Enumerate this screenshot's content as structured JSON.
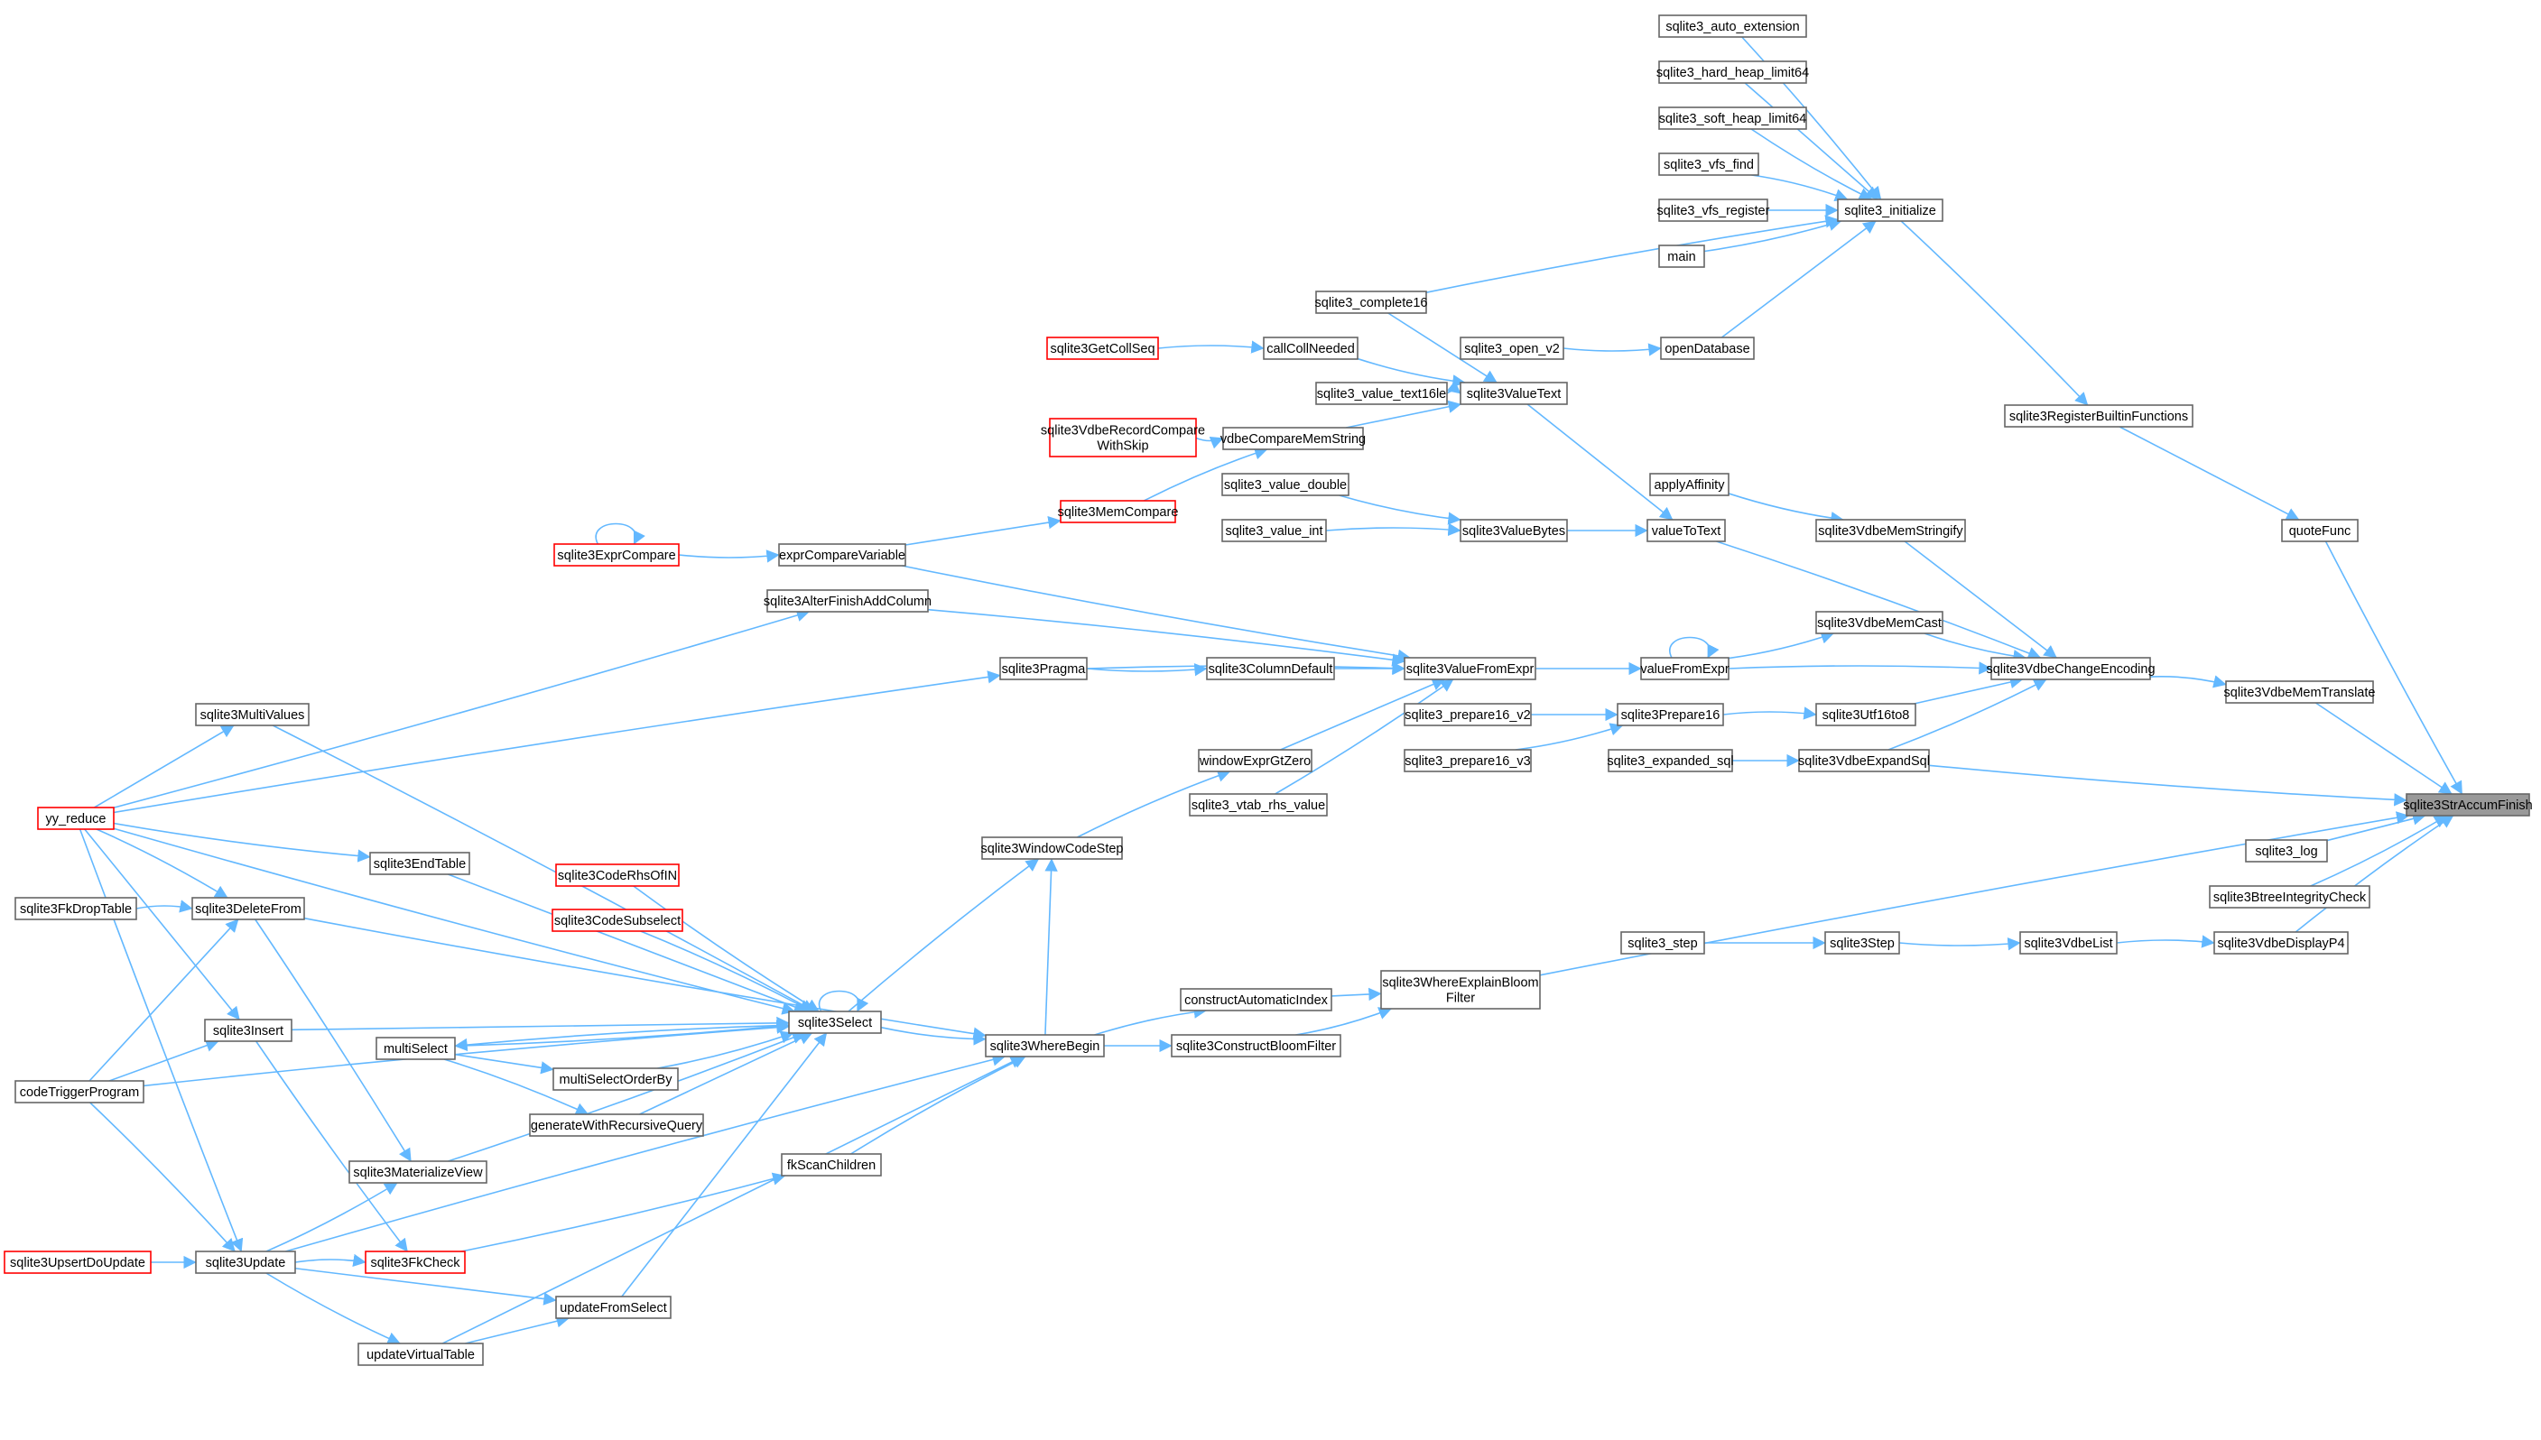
{
  "graph": {
    "colors": {
      "edge": "#63b8ff",
      "node_border": "#666666",
      "node_border_alt": "#ff0000",
      "root_fill": "#999999",
      "background": "#ffffff"
    },
    "root": "sqlite3StrAccumFinish",
    "nodes": [
      {
        "id": "sqlite3StrAccumFinish",
        "label": "sqlite3StrAccumFinish",
        "style": "root"
      },
      {
        "id": "sqlite3_auto_extension",
        "label": "sqlite3_auto_extension"
      },
      {
        "id": "sqlite3_hard_heap_limit64",
        "label": "sqlite3_hard_heap_limit64"
      },
      {
        "id": "sqlite3_soft_heap_limit64",
        "label": "sqlite3_soft_heap_limit64"
      },
      {
        "id": "sqlite3_vfs_find",
        "label": "sqlite3_vfs_find"
      },
      {
        "id": "sqlite3_vfs_register",
        "label": "sqlite3_vfs_register"
      },
      {
        "id": "main",
        "label": "main"
      },
      {
        "id": "sqlite3_initialize",
        "label": "sqlite3_initialize"
      },
      {
        "id": "sqlite3_complete16",
        "label": "sqlite3_complete16"
      },
      {
        "id": "sqlite3_open_v2",
        "label": "sqlite3_open_v2"
      },
      {
        "id": "openDatabase",
        "label": "openDatabase"
      },
      {
        "id": "sqlite3GetCollSeq",
        "label": "sqlite3GetCollSeq",
        "style": "red"
      },
      {
        "id": "callCollNeeded",
        "label": "callCollNeeded"
      },
      {
        "id": "sqlite3_value_text16le",
        "label": "sqlite3_value_text16le"
      },
      {
        "id": "sqlite3ValueText",
        "label": "sqlite3ValueText"
      },
      {
        "id": "sqlite3VdbeRecordCompareWithSkip",
        "label": "sqlite3VdbeRecordCompare WithSkip",
        "style": "red",
        "lines": [
          "sqlite3VdbeRecordCompare",
          "WithSkip"
        ]
      },
      {
        "id": "vdbeCompareMemString",
        "label": "vdbeCompareMemString"
      },
      {
        "id": "sqlite3RegisterBuiltinFunctions",
        "label": "sqlite3RegisterBuiltinFunctions"
      },
      {
        "id": "sqlite3MemCompare",
        "label": "sqlite3MemCompare",
        "style": "red"
      },
      {
        "id": "applyAffinity",
        "label": "applyAffinity"
      },
      {
        "id": "sqlite3_value_double",
        "label": "sqlite3_value_double"
      },
      {
        "id": "sqlite3_value_int",
        "label": "sqlite3_value_int"
      },
      {
        "id": "sqlite3ValueBytes",
        "label": "sqlite3ValueBytes"
      },
      {
        "id": "valueToText",
        "label": "valueToText"
      },
      {
        "id": "sqlite3VdbeMemStringify",
        "label": "sqlite3VdbeMemStringify"
      },
      {
        "id": "quoteFunc",
        "label": "quoteFunc"
      },
      {
        "id": "sqlite3ExprCompare",
        "label": "sqlite3ExprCompare",
        "style": "red"
      },
      {
        "id": "exprCompareVariable",
        "label": "exprCompareVariable"
      },
      {
        "id": "sqlite3AlterFinishAddColumn",
        "label": "sqlite3AlterFinishAddColumn"
      },
      {
        "id": "sqlite3VdbeMemCast",
        "label": "sqlite3VdbeMemCast"
      },
      {
        "id": "sqlite3Pragma",
        "label": "sqlite3Pragma"
      },
      {
        "id": "sqlite3ColumnDefault",
        "label": "sqlite3ColumnDefault"
      },
      {
        "id": "sqlite3ValueFromExpr",
        "label": "sqlite3ValueFromExpr"
      },
      {
        "id": "valueFromExpr",
        "label": "valueFromExpr"
      },
      {
        "id": "sqlite3VdbeChangeEncoding",
        "label": "sqlite3VdbeChangeEncoding"
      },
      {
        "id": "sqlite3VdbeMemTranslate",
        "label": "sqlite3VdbeMemTranslate"
      },
      {
        "id": "sqlite3MultiValues",
        "label": "sqlite3MultiValues"
      },
      {
        "id": "sqlite3_prepare16_v2",
        "label": "sqlite3_prepare16_v2"
      },
      {
        "id": "sqlite3Prepare16",
        "label": "sqlite3Prepare16"
      },
      {
        "id": "sqlite3Utf16to8",
        "label": "sqlite3Utf16to8"
      },
      {
        "id": "windowExprGtZero",
        "label": "windowExprGtZero"
      },
      {
        "id": "sqlite3_prepare16_v3",
        "label": "sqlite3_prepare16_v3"
      },
      {
        "id": "sqlite3_expanded_sql",
        "label": "sqlite3_expanded_sql"
      },
      {
        "id": "sqlite3VdbeExpandSql",
        "label": "sqlite3VdbeExpandSql"
      },
      {
        "id": "sqlite3_vtab_rhs_value",
        "label": "sqlite3_vtab_rhs_value"
      },
      {
        "id": "yy_reduce",
        "label": "yy_reduce",
        "style": "red"
      },
      {
        "id": "sqlite3WindowCodeStep",
        "label": "sqlite3WindowCodeStep"
      },
      {
        "id": "sqlite3_log",
        "label": "sqlite3_log"
      },
      {
        "id": "sqlite3EndTable",
        "label": "sqlite3EndTable"
      },
      {
        "id": "sqlite3CodeRhsOfIN",
        "label": "sqlite3CodeRhsOfIN",
        "style": "red"
      },
      {
        "id": "sqlite3BtreeIntegrityCheck",
        "label": "sqlite3BtreeIntegrityCheck"
      },
      {
        "id": "sqlite3FkDropTable",
        "label": "sqlite3FkDropTable"
      },
      {
        "id": "sqlite3DeleteFrom",
        "label": "sqlite3DeleteFrom"
      },
      {
        "id": "sqlite3CodeSubselect",
        "label": "sqlite3CodeSubselect",
        "style": "red"
      },
      {
        "id": "sqlite3_step",
        "label": "sqlite3_step"
      },
      {
        "id": "sqlite3Step",
        "label": "sqlite3Step"
      },
      {
        "id": "sqlite3VdbeList",
        "label": "sqlite3VdbeList"
      },
      {
        "id": "sqlite3VdbeDisplayP4",
        "label": "sqlite3VdbeDisplayP4"
      },
      {
        "id": "sqlite3WhereExplainBloomFilter",
        "label": "sqlite3WhereExplainBloom Filter",
        "lines": [
          "sqlite3WhereExplainBloom",
          "Filter"
        ]
      },
      {
        "id": "constructAutomaticIndex",
        "label": "constructAutomaticIndex"
      },
      {
        "id": "sqlite3Select",
        "label": "sqlite3Select"
      },
      {
        "id": "sqlite3Insert",
        "label": "sqlite3Insert"
      },
      {
        "id": "multiSelect",
        "label": "multiSelect"
      },
      {
        "id": "sqlite3WhereBegin",
        "label": "sqlite3WhereBegin"
      },
      {
        "id": "sqlite3ConstructBloomFilter",
        "label": "sqlite3ConstructBloomFilter"
      },
      {
        "id": "multiSelectOrderBy",
        "label": "multiSelectOrderBy"
      },
      {
        "id": "codeTriggerProgram",
        "label": "codeTriggerProgram"
      },
      {
        "id": "generateWithRecursiveQuery",
        "label": "generateWithRecursiveQuery"
      },
      {
        "id": "fkScanChildren",
        "label": "fkScanChildren"
      },
      {
        "id": "sqlite3MaterializeView",
        "label": "sqlite3MaterializeView"
      },
      {
        "id": "sqlite3UpsertDoUpdate",
        "label": "sqlite3UpsertDoUpdate",
        "style": "red"
      },
      {
        "id": "sqlite3Update",
        "label": "sqlite3Update"
      },
      {
        "id": "sqlite3FkCheck",
        "label": "sqlite3FkCheck",
        "style": "red"
      },
      {
        "id": "updateFromSelect",
        "label": "updateFromSelect"
      },
      {
        "id": "updateVirtualTable",
        "label": "updateVirtualTable"
      }
    ],
    "edges": [
      [
        "sqlite3_auto_extension",
        "sqlite3_initialize"
      ],
      [
        "sqlite3_hard_heap_limit64",
        "sqlite3_initialize"
      ],
      [
        "sqlite3_soft_heap_limit64",
        "sqlite3_initialize"
      ],
      [
        "sqlite3_vfs_find",
        "sqlite3_initialize"
      ],
      [
        "sqlite3_vfs_register",
        "sqlite3_initialize"
      ],
      [
        "main",
        "sqlite3_initialize"
      ],
      [
        "sqlite3_complete16",
        "sqlite3_initialize"
      ],
      [
        "openDatabase",
        "sqlite3_initialize"
      ],
      [
        "sqlite3_open_v2",
        "openDatabase"
      ],
      [
        "sqlite3_initialize",
        "sqlite3RegisterBuiltinFunctions"
      ],
      [
        "sqlite3RegisterBuiltinFunctions",
        "quoteFunc"
      ],
      [
        "quoteFunc",
        "sqlite3StrAccumFinish"
      ],
      [
        "sqlite3GetCollSeq",
        "callCollNeeded"
      ],
      [
        "sqlite3_complete16",
        "sqlite3ValueText"
      ],
      [
        "callCollNeeded",
        "sqlite3ValueText"
      ],
      [
        "sqlite3_value_text16le",
        "sqlite3ValueText"
      ],
      [
        "vdbeCompareMemString",
        "sqlite3ValueText"
      ],
      [
        "sqlite3VdbeRecordCompareWithSkip",
        "vdbeCompareMemString"
      ],
      [
        "sqlite3MemCompare",
        "vdbeCompareMemString"
      ],
      [
        "exprCompareVariable",
        "sqlite3MemCompare"
      ],
      [
        "sqlite3ExprCompare",
        "exprCompareVariable"
      ],
      [
        "sqlite3ExprCompare",
        "sqlite3ExprCompare"
      ],
      [
        "sqlite3ValueText",
        "valueToText"
      ],
      [
        "sqlite3_value_double",
        "sqlite3ValueBytes"
      ],
      [
        "sqlite3_value_int",
        "sqlite3ValueBytes"
      ],
      [
        "sqlite3ValueBytes",
        "valueToText"
      ],
      [
        "applyAffinity",
        "sqlite3VdbeMemStringify"
      ],
      [
        "valueToText",
        "sqlite3VdbeChangeEncoding"
      ],
      [
        "sqlite3VdbeMemStringify",
        "sqlite3VdbeChangeEncoding"
      ],
      [
        "sqlite3VdbeMemCast",
        "sqlite3VdbeChangeEncoding"
      ],
      [
        "valueFromExpr",
        "sqlite3VdbeChangeEncoding"
      ],
      [
        "sqlite3Utf16to8",
        "sqlite3VdbeChangeEncoding"
      ],
      [
        "sqlite3VdbeExpandSql",
        "sqlite3VdbeChangeEncoding"
      ],
      [
        "sqlite3VdbeChangeEncoding",
        "sqlite3VdbeMemTranslate"
      ],
      [
        "sqlite3VdbeMemTranslate",
        "sqlite3StrAccumFinish"
      ],
      [
        "valueFromExpr",
        "sqlite3VdbeMemCast"
      ],
      [
        "valueFromExpr",
        "valueFromExpr"
      ],
      [
        "sqlite3ValueFromExpr",
        "valueFromExpr"
      ],
      [
        "exprCompareVariable",
        "sqlite3ValueFromExpr"
      ],
      [
        "sqlite3AlterFinishAddColumn",
        "sqlite3ValueFromExpr"
      ],
      [
        "sqlite3ColumnDefault",
        "sqlite3ValueFromExpr"
      ],
      [
        "sqlite3Pragma",
        "sqlite3ColumnDefault"
      ],
      [
        "sqlite3Pragma",
        "sqlite3ValueFromExpr"
      ],
      [
        "windowExprGtZero",
        "sqlite3ValueFromExpr"
      ],
      [
        "sqlite3_vtab_rhs_value",
        "sqlite3ValueFromExpr"
      ],
      [
        "sqlite3WindowCodeStep",
        "windowExprGtZero"
      ],
      [
        "sqlite3_prepare16_v2",
        "sqlite3Prepare16"
      ],
      [
        "sqlite3_prepare16_v3",
        "sqlite3Prepare16"
      ],
      [
        "sqlite3Prepare16",
        "sqlite3Utf16to8"
      ],
      [
        "sqlite3_expanded_sql",
        "sqlite3VdbeExpandSql"
      ],
      [
        "sqlite3VdbeExpandSql",
        "sqlite3StrAccumFinish"
      ],
      [
        "sqlite3WhereExplainBloomFilter",
        "sqlite3StrAccumFinish"
      ],
      [
        "sqlite3_log",
        "sqlite3StrAccumFinish"
      ],
      [
        "sqlite3BtreeIntegrityCheck",
        "sqlite3StrAccumFinish"
      ],
      [
        "sqlite3VdbeDisplayP4",
        "sqlite3StrAccumFinish"
      ],
      [
        "sqlite3_step",
        "sqlite3Step"
      ],
      [
        "sqlite3Step",
        "sqlite3VdbeList"
      ],
      [
        "sqlite3VdbeList",
        "sqlite3VdbeDisplayP4"
      ],
      [
        "constructAutomaticIndex",
        "sqlite3WhereExplainBloomFilter"
      ],
      [
        "sqlite3ConstructBloomFilter",
        "sqlite3WhereExplainBloomFilter"
      ],
      [
        "sqlite3WhereBegin",
        "constructAutomaticIndex"
      ],
      [
        "sqlite3WhereBegin",
        "sqlite3ConstructBloomFilter"
      ],
      [
        "sqlite3Select",
        "sqlite3WhereBegin"
      ],
      [
        "sqlite3Select",
        "sqlite3WindowCodeStep"
      ],
      [
        "sqlite3Select",
        "sqlite3Select"
      ],
      [
        "yy_reduce",
        "sqlite3AlterFinishAddColumn"
      ],
      [
        "yy_reduce",
        "sqlite3Pragma"
      ],
      [
        "yy_reduce",
        "sqlite3MultiValues"
      ],
      [
        "yy_reduce",
        "sqlite3EndTable"
      ],
      [
        "yy_reduce",
        "sqlite3DeleteFrom"
      ],
      [
        "yy_reduce",
        "sqlite3Insert"
      ],
      [
        "yy_reduce",
        "sqlite3Update"
      ],
      [
        "sqlite3MultiValues",
        "sqlite3Select"
      ],
      [
        "sqlite3EndTable",
        "sqlite3Select"
      ],
      [
        "sqlite3CodeRhsOfIN",
        "sqlite3Select"
      ],
      [
        "sqlite3CodeSubselect",
        "sqlite3Select"
      ],
      [
        "sqlite3Insert",
        "sqlite3Select"
      ],
      [
        "multiSelect",
        "sqlite3Select"
      ],
      [
        "sqlite3Select",
        "multiSelect"
      ],
      [
        "multiSelect",
        "multiSelectOrderBy"
      ],
      [
        "multiSelectOrderBy",
        "sqlite3Select"
      ],
      [
        "multiSelect",
        "generateWithRecursiveQuery"
      ],
      [
        "generateWithRecursiveQuery",
        "sqlite3Select"
      ],
      [
        "sqlite3MaterializeView",
        "sqlite3Select"
      ],
      [
        "codeTriggerProgram",
        "sqlite3Select"
      ],
      [
        "updateFromSelect",
        "sqlite3Select"
      ],
      [
        "yy_reduce",
        "sqlite3Select"
      ],
      [
        "sqlite3FkDropTable",
        "sqlite3DeleteFrom"
      ],
      [
        "codeTriggerProgram",
        "sqlite3DeleteFrom"
      ],
      [
        "sqlite3DeleteFrom",
        "sqlite3WhereBegin"
      ],
      [
        "sqlite3DeleteFrom",
        "sqlite3MaterializeView"
      ],
      [
        "codeTriggerProgram",
        "sqlite3Insert"
      ],
      [
        "sqlite3Insert",
        "sqlite3FkCheck"
      ],
      [
        "codeTriggerProgram",
        "sqlite3Update"
      ],
      [
        "sqlite3UpsertDoUpdate",
        "sqlite3Update"
      ],
      [
        "sqlite3Update",
        "sqlite3MaterializeView"
      ],
      [
        "sqlite3Update",
        "sqlite3FkCheck"
      ],
      [
        "sqlite3Update",
        "updateFromSelect"
      ],
      [
        "sqlite3Update",
        "updateVirtualTable"
      ],
      [
        "sqlite3Update",
        "sqlite3WhereBegin"
      ],
      [
        "updateVirtualTable",
        "updateFromSelect"
      ],
      [
        "sqlite3FkCheck",
        "fkScanChildren"
      ],
      [
        "fkScanChildren",
        "sqlite3WhereBegin"
      ],
      [
        "updateVirtualTable",
        "sqlite3WhereBegin"
      ],
      [
        "sqlite3WhereBegin",
        "sqlite3WindowCodeStep"
      ]
    ]
  }
}
